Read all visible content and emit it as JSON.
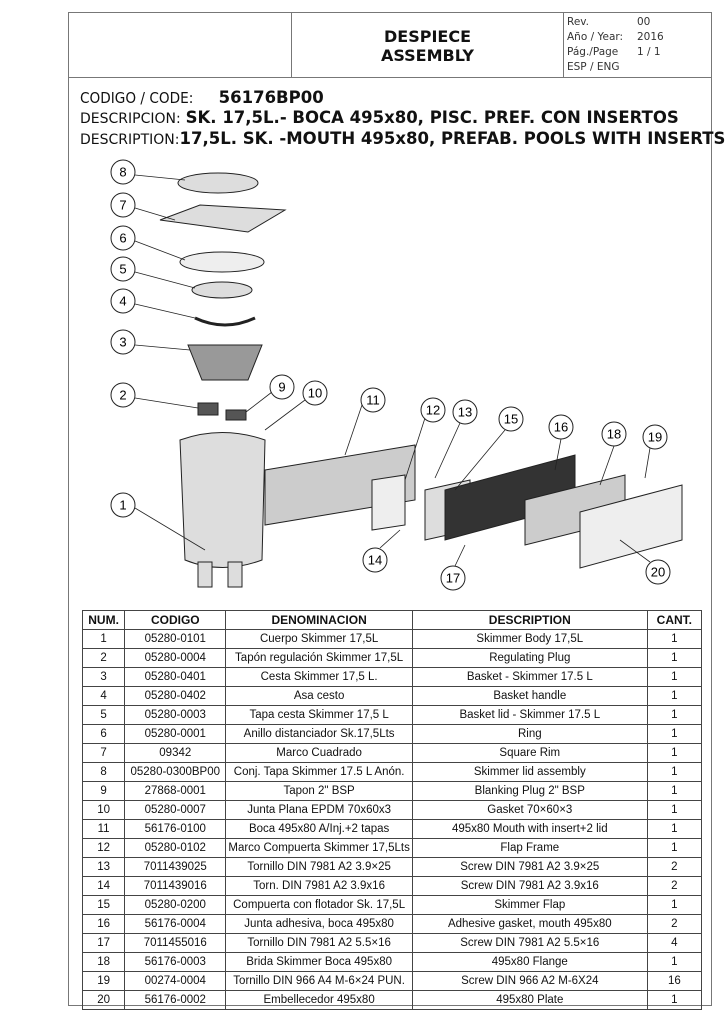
{
  "header": {
    "title_es": "DESPIECE",
    "title_en": "ASSEMBLY",
    "meta": [
      {
        "label": "Rev.",
        "value": "00"
      },
      {
        "label": "Año / Year:",
        "value": "2016"
      },
      {
        "label": "Pág./Page",
        "value": "1 / 1"
      },
      {
        "label": "ESP / ENG",
        "value": ""
      }
    ]
  },
  "info": {
    "code_label": "CODIGO / CODE:",
    "code": "56176BP00",
    "desc_es_label": "DESCRIPCION:",
    "desc_es": "SK. 17,5L.- BOCA 495x80, PISC. PREF. CON INSERTOS",
    "desc_en_label": "DESCRIPTION:",
    "desc_en": "17,5L. SK. -MOUTH 495x80, PREFAB. POOLS WITH INSERTS"
  },
  "callouts": [
    "1",
    "2",
    "3",
    "4",
    "5",
    "6",
    "7",
    "8",
    "9",
    "10",
    "11",
    "12",
    "13",
    "14",
    "15",
    "16",
    "17",
    "18",
    "19",
    "20"
  ],
  "table": {
    "headers": [
      "NUM.",
      "CODIGO",
      "DENOMINACION",
      "DESCRIPTION",
      "CANT."
    ],
    "rows": [
      [
        "1",
        "05280-0101",
        "Cuerpo Skimmer 17,5L",
        "Skimmer Body 17,5L",
        "1"
      ],
      [
        "2",
        "05280-0004",
        "Tapón regulación Skimmer 17,5L",
        "Regulating Plug",
        "1"
      ],
      [
        "3",
        "05280-0401",
        "Cesta Skimmer 17,5 L.",
        "Basket - Skimmer 17.5 L",
        "1"
      ],
      [
        "4",
        "05280-0402",
        "Asa cesto",
        "Basket handle",
        "1"
      ],
      [
        "5",
        "05280-0003",
        "Tapa cesta Skimmer 17,5 L",
        "Basket lid - Skimmer 17.5 L",
        "1"
      ],
      [
        "6",
        "05280-0001",
        "Anillo distanciador Sk.17,5Lts",
        "Ring",
        "1"
      ],
      [
        "7",
        "09342",
        "Marco Cuadrado",
        "Square Rim",
        "1"
      ],
      [
        "8",
        "05280-0300BP00",
        "Conj. Tapa Skimmer 17.5 L Anón.",
        "Skimmer lid assembly",
        "1"
      ],
      [
        "9",
        "27868-0001",
        "Tapon 2\" BSP",
        "Blanking Plug 2\" BSP",
        "1"
      ],
      [
        "10",
        "05280-0007",
        "Junta Plana EPDM 70x60x3",
        "Gasket 70×60×3",
        "1"
      ],
      [
        "11",
        "56176-0100",
        "Boca 495x80 A/Inj.+2 tapas",
        "495x80 Mouth with insert+2 lid",
        "1"
      ],
      [
        "12",
        "05280-0102",
        "Marco Compuerta Skimmer 17,5Lts",
        "Flap Frame",
        "1"
      ],
      [
        "13",
        "7011439025",
        "Tornillo DIN 7981 A2 3.9×25",
        "Screw DIN 7981 A2 3.9×25",
        "2"
      ],
      [
        "14",
        "7011439016",
        "Torn. DIN 7981 A2 3.9x16",
        "Screw DIN 7981 A2 3.9x16",
        "2"
      ],
      [
        "15",
        "05280-0200",
        "Compuerta con flotador Sk. 17,5L",
        "Skimmer Flap",
        "1"
      ],
      [
        "16",
        "56176-0004",
        "Junta adhesiva, boca 495x80",
        "Adhesive gasket, mouth 495x80",
        "2"
      ],
      [
        "17",
        "7011455016",
        "Tornillo DIN 7981 A2 5.5×16",
        "Screw DIN 7981 A2 5.5×16",
        "4"
      ],
      [
        "18",
        "56176-0003",
        "Brida Skimmer Boca 495x80",
        "495x80 Flange",
        "1"
      ],
      [
        "19",
        "00274-0004",
        "Tornillo DIN 966 A4 M-6×24 PUN.",
        "Screw DIN 966 A2 M-6X24",
        "16"
      ],
      [
        "20",
        "56176-0002",
        "Embellecedor 495x80",
        "495x80 Plate",
        "1"
      ]
    ]
  }
}
